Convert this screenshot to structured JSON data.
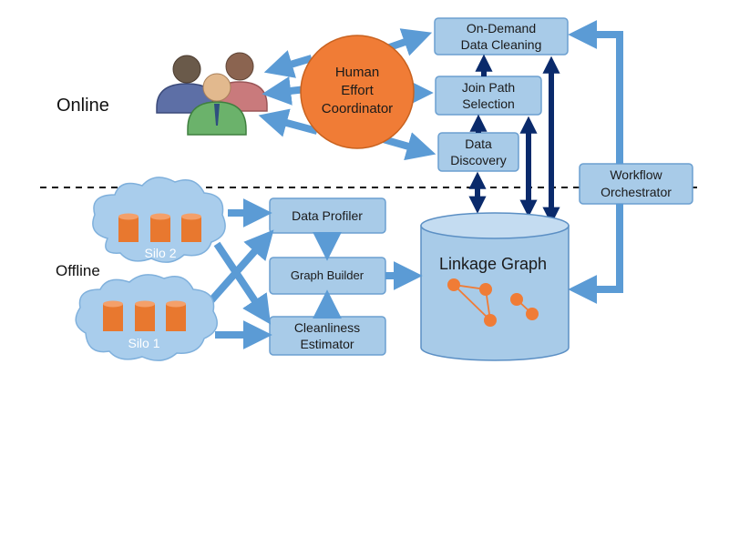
{
  "sections": {
    "online": "Online",
    "offline": "Offline"
  },
  "coordinator": {
    "line1": "Human",
    "line2": "Effort",
    "line3": "Coordinator"
  },
  "boxes": {
    "on_demand_cleaning": {
      "line1": "On-Demand",
      "line2": "Data Cleaning"
    },
    "join_path_selection": {
      "line1": "Join Path",
      "line2": "Selection"
    },
    "data_discovery": {
      "line1": "Data",
      "line2": "Discovery"
    },
    "workflow_orchestrator": {
      "line1": "Workflow",
      "line2": "Orchestrator"
    },
    "data_profiler": {
      "line1": "Data Profiler"
    },
    "graph_builder": {
      "line1": "Graph Builder"
    },
    "cleanliness_estimator": {
      "line1": "Cleanliness",
      "line2": "Estimator"
    }
  },
  "linkage_graph": {
    "label": "Linkage Graph"
  },
  "silos": {
    "silo_2": "Silo 2",
    "silo_1": "Silo 1"
  },
  "colors": {
    "box_fill": "#a8cbe8",
    "box_stroke": "#6b9fd0",
    "light_arrow": "#5b9bd5",
    "dark_arrow": "#0a2a6b",
    "orange": "#f07c36",
    "cloud": "#a9cdec",
    "cylinder": "#e8782f"
  },
  "icons": [
    "users-icon"
  ]
}
